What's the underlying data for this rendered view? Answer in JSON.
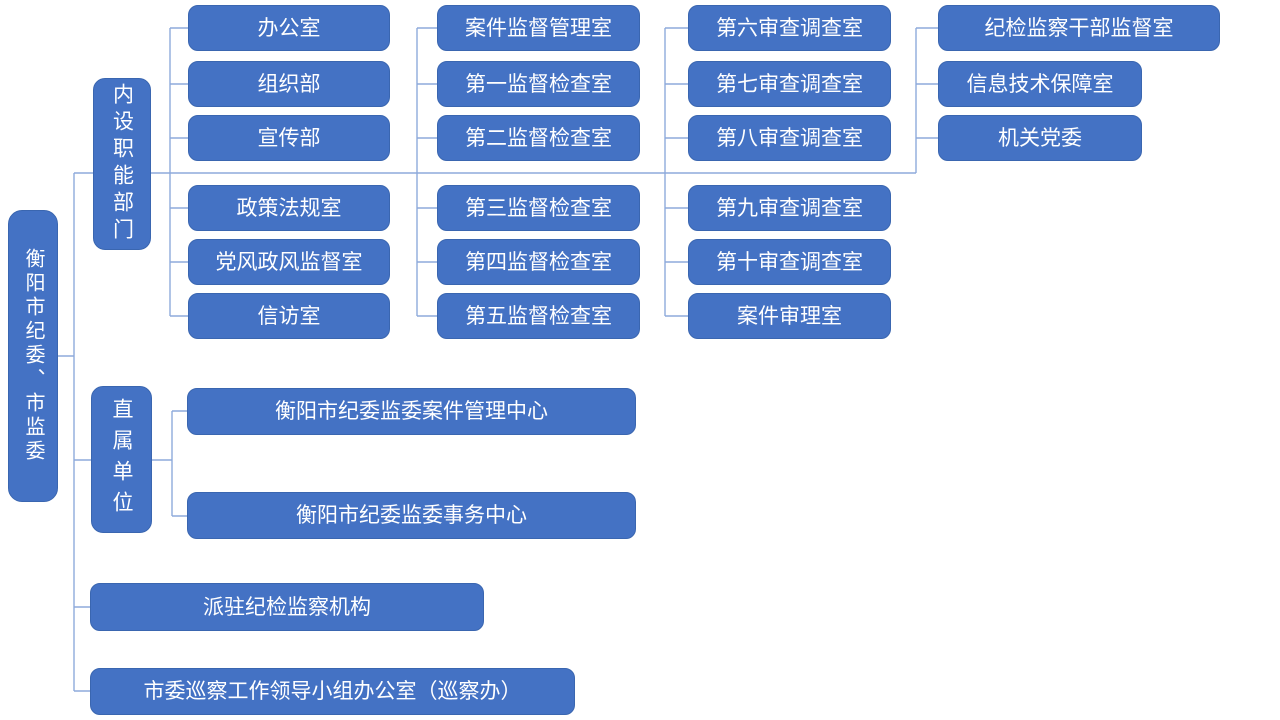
{
  "root": {
    "label": "衡阳市纪委、市监委"
  },
  "groups": [
    {
      "label": "内设职能部门",
      "columns": [
        {
          "items": [
            "办公室",
            "组织部",
            "宣传部",
            "政策法规室",
            "党风政风监督室",
            "信访室"
          ]
        },
        {
          "items": [
            "案件监督管理室",
            "第一监督检查室",
            "第二监督检查室",
            "第三监督检查室",
            "第四监督检查室",
            "第五监督检查室"
          ]
        },
        {
          "items": [
            "第六审查调查室",
            "第七审查调查室",
            "第八审查调查室",
            "第九审查调查室",
            "第十审查调查室",
            "案件审理室"
          ]
        },
        {
          "items": [
            "纪检监察干部监督室",
            "信息技术保障室",
            "机关党委"
          ]
        }
      ]
    },
    {
      "label": "直属单位",
      "items": [
        "衡阳市纪委监委案件管理中心",
        "衡阳市纪委监委事务中心"
      ]
    }
  ],
  "direct_nodes": [
    "派驻纪检监察机构",
    "市委巡察工作领导小组办公室（巡察办）"
  ],
  "colors": {
    "node_fill": "#4472C4",
    "node_border": "#3A66B0",
    "connector": "#8EAADB",
    "text": "#FFFFFF",
    "background": "#FFFFFF"
  }
}
